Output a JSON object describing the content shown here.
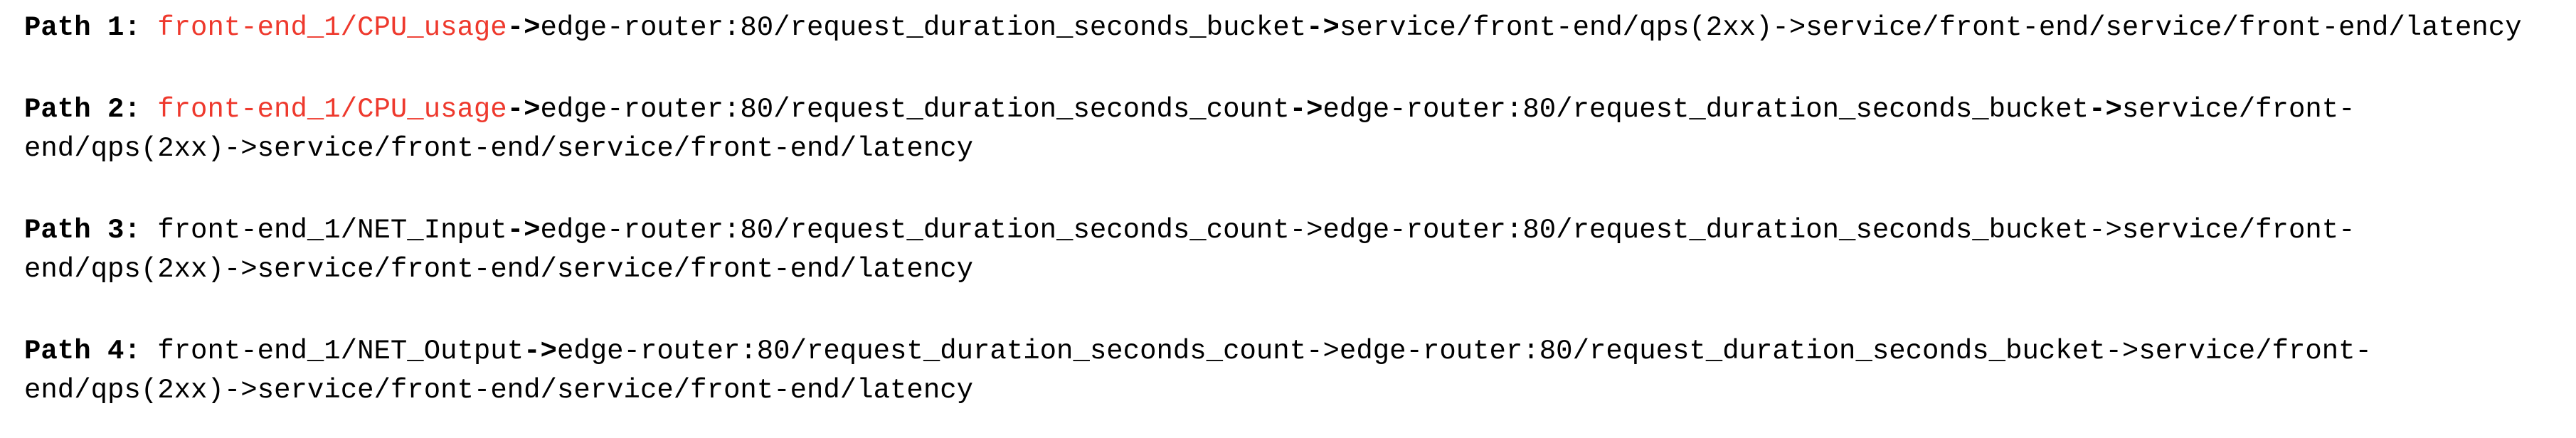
{
  "page": {
    "background": "#ffffff",
    "text_color": "#000000",
    "highlight_color": "#ee392d"
  },
  "paths": [
    {
      "label": "Path 1:",
      "tokens": [
        {
          "text": "front-end_1/CPU_usage",
          "color": "red",
          "bold": false
        },
        {
          "text": "->",
          "color": "black",
          "bold": true
        },
        {
          "text": "edge-router:80/request_duration_seconds_bucket",
          "color": "black",
          "bold": false
        },
        {
          "text": "->",
          "color": "black",
          "bold": true
        },
        {
          "text": "service/front-end/qps(2xx)",
          "color": "black",
          "bold": false
        },
        {
          "text": "->",
          "color": "black",
          "bold": false
        },
        {
          "text": "service/front-end/service/front-end/latency",
          "color": "black",
          "bold": false
        }
      ]
    },
    {
      "label": "Path 2:",
      "tokens": [
        {
          "text": "front-end_1/CPU_usage",
          "color": "red",
          "bold": false
        },
        {
          "text": "->",
          "color": "black",
          "bold": true
        },
        {
          "text": "edge-router:80/request_duration_seconds_count",
          "color": "black",
          "bold": false
        },
        {
          "text": "->",
          "color": "black",
          "bold": true
        },
        {
          "text": "edge-router:80/request_duration_seconds_bucket",
          "color": "black",
          "bold": false
        },
        {
          "text": "->",
          "color": "black",
          "bold": true
        },
        {
          "text": "service/front-end/qps(2xx)",
          "color": "black",
          "bold": false
        },
        {
          "text": "->",
          "color": "black",
          "bold": false
        },
        {
          "text": "service/front-end/service/front-end/latency",
          "color": "black",
          "bold": false
        }
      ]
    },
    {
      "label": "Path 3:",
      "tokens": [
        {
          "text": "front-end_1/NET_Input",
          "color": "black",
          "bold": false
        },
        {
          "text": "->",
          "color": "black",
          "bold": true
        },
        {
          "text": "edge-router:80/request_duration_seconds_count",
          "color": "black",
          "bold": false
        },
        {
          "text": "->",
          "color": "black",
          "bold": false
        },
        {
          "text": "edge-router:80/request_duration_seconds_bucket",
          "color": "black",
          "bold": false
        },
        {
          "text": "->",
          "color": "black",
          "bold": false
        },
        {
          "text": "service/front-end/qps(2xx)",
          "color": "black",
          "bold": false
        },
        {
          "text": "->",
          "color": "black",
          "bold": false
        },
        {
          "text": "service/front-end/service/front-end/latency",
          "color": "black",
          "bold": false
        }
      ]
    },
    {
      "label": "Path 4:",
      "tokens": [
        {
          "text": "front-end_1/NET_Output",
          "color": "black",
          "bold": false
        },
        {
          "text": "->",
          "color": "black",
          "bold": true
        },
        {
          "text": "edge-router:80/request_duration_seconds_count",
          "color": "black",
          "bold": false
        },
        {
          "text": "->",
          "color": "black",
          "bold": false
        },
        {
          "text": "edge-router:80/request_duration_seconds_bucket",
          "color": "black",
          "bold": false
        },
        {
          "text": "->",
          "color": "black",
          "bold": false
        },
        {
          "text": "service/front-end/qps(2xx)",
          "color": "black",
          "bold": false
        },
        {
          "text": "->",
          "color": "black",
          "bold": false
        },
        {
          "text": "service/front-end/service/front-end/latency",
          "color": "black",
          "bold": false
        }
      ]
    }
  ]
}
